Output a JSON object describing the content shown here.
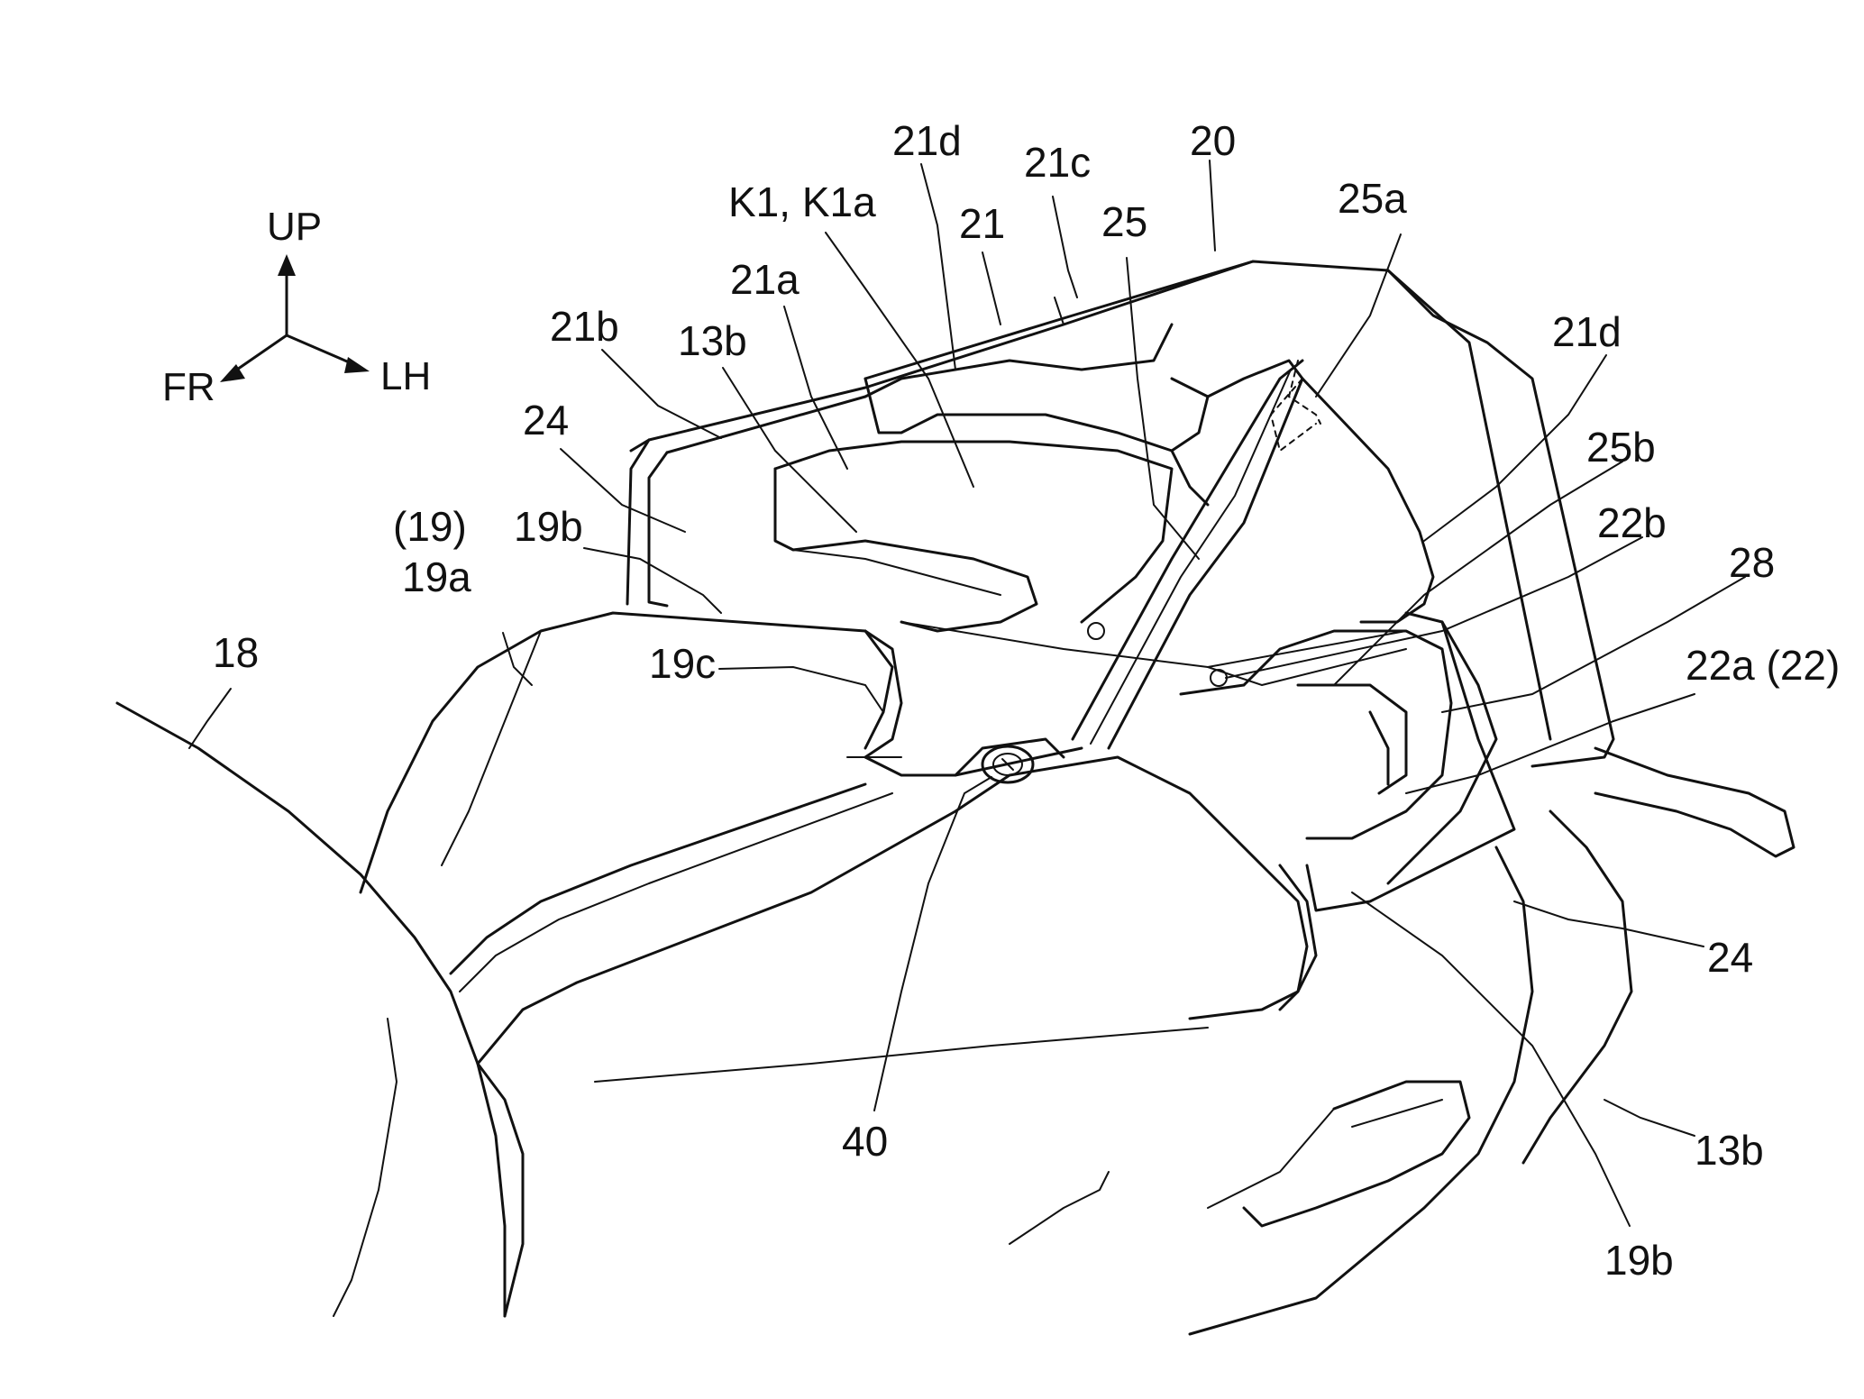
{
  "axes": {
    "up": "UP",
    "front": "FR",
    "left": "LH"
  },
  "labels": {
    "l_21d_top": "21d",
    "l_21c": "21c",
    "l_20": "20",
    "l_k1": "K1, K1a",
    "l_21": "21",
    "l_25": "25",
    "l_25a": "25a",
    "l_21a": "21a",
    "l_21b": "21b",
    "l_13b_top": "13b",
    "l_21d_right": "21d",
    "l_24_top": "24",
    "l_25b": "25b",
    "l_19_paren": "(19)",
    "l_19b_top": "19b",
    "l_22b": "22b",
    "l_28": "28",
    "l_19a": "19a",
    "l_18": "18",
    "l_19c": "19c",
    "l_22a": "22a (22)",
    "l_24_right": "24",
    "l_40": "40",
    "l_13b_bottom": "13b",
    "l_19b_bottom": "19b"
  }
}
